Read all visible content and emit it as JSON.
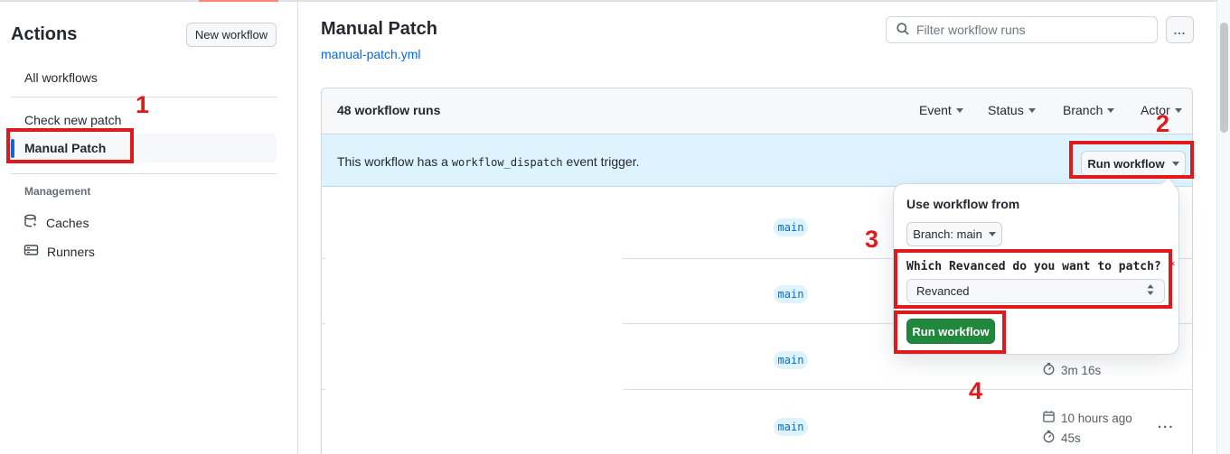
{
  "colors": {
    "accent_blue": "#0969da",
    "success_green": "#1f883d",
    "annotation_red": "#e01a1a",
    "banner_blue": "#ddf4ff",
    "tab_progress_orange": "#ff8672"
  },
  "sidebar": {
    "title": "Actions",
    "new_workflow_button": "New workflow",
    "items": [
      {
        "label": "All workflows"
      },
      {
        "label": "Check new patch"
      },
      {
        "label": "Manual Patch",
        "selected": true
      }
    ],
    "management": {
      "heading": "Management",
      "items": [
        {
          "label": "Caches",
          "icon": "cache-icon"
        },
        {
          "label": "Runners",
          "icon": "runners-icon"
        }
      ]
    }
  },
  "header": {
    "title": "Manual Patch",
    "file_link": "manual-patch.yml",
    "filter_placeholder": "Filter workflow runs",
    "more_button": "..."
  },
  "runs_panel": {
    "count_label": "48 workflow runs",
    "filters": [
      {
        "label": "Event"
      },
      {
        "label": "Status"
      },
      {
        "label": "Branch"
      },
      {
        "label": "Actor"
      }
    ],
    "banner": {
      "text_before": "This workflow has a",
      "code": "workflow_dispatch",
      "text_after": "event trigger.",
      "run_workflow_button": "Run workflow"
    },
    "rows": [
      {
        "branch": "main"
      },
      {
        "branch": "main"
      },
      {
        "branch": "main",
        "duration": "3m 16s"
      },
      {
        "branch": "main",
        "time": "10 hours ago",
        "duration": "45s",
        "more": "..."
      }
    ]
  },
  "popover": {
    "heading": "Use workflow from",
    "branch_button": "Branch: main",
    "input_label": "Which Revanced do you want to patch?",
    "required_mark": "*",
    "input_value": "Revanced",
    "run_button": "Run workflow"
  },
  "annotations": {
    "step1": "1",
    "step2": "2",
    "step3": "3",
    "step4": "4"
  }
}
